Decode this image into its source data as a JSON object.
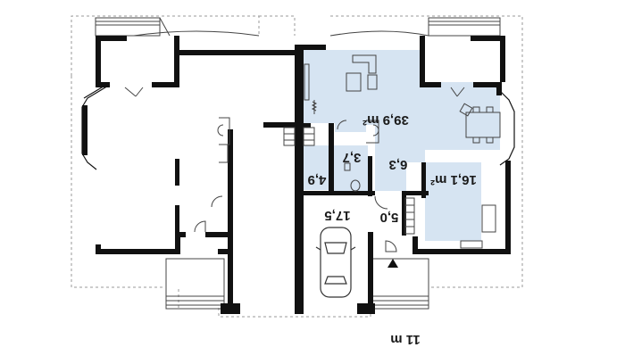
{
  "plan": {
    "colors": {
      "wall": "#111111",
      "room_fill": "#d6e4f2",
      "dashed": "#9a9a9a",
      "line": "#444444"
    },
    "rooms": {
      "living": {
        "label": "39,9 m²",
        "fill": true
      },
      "kitchen": {
        "label": "16,1 m²",
        "fill": true
      },
      "hall": {
        "label": "6,3",
        "fill": false
      },
      "bath": {
        "label": "3,7",
        "fill": true
      },
      "utility": {
        "label": "4,9",
        "fill": true
      },
      "wc": {
        "label": "5,0",
        "fill": false
      },
      "garage": {
        "label": "17,5",
        "fill": false
      }
    },
    "dimension": {
      "label": "11 m"
    }
  }
}
